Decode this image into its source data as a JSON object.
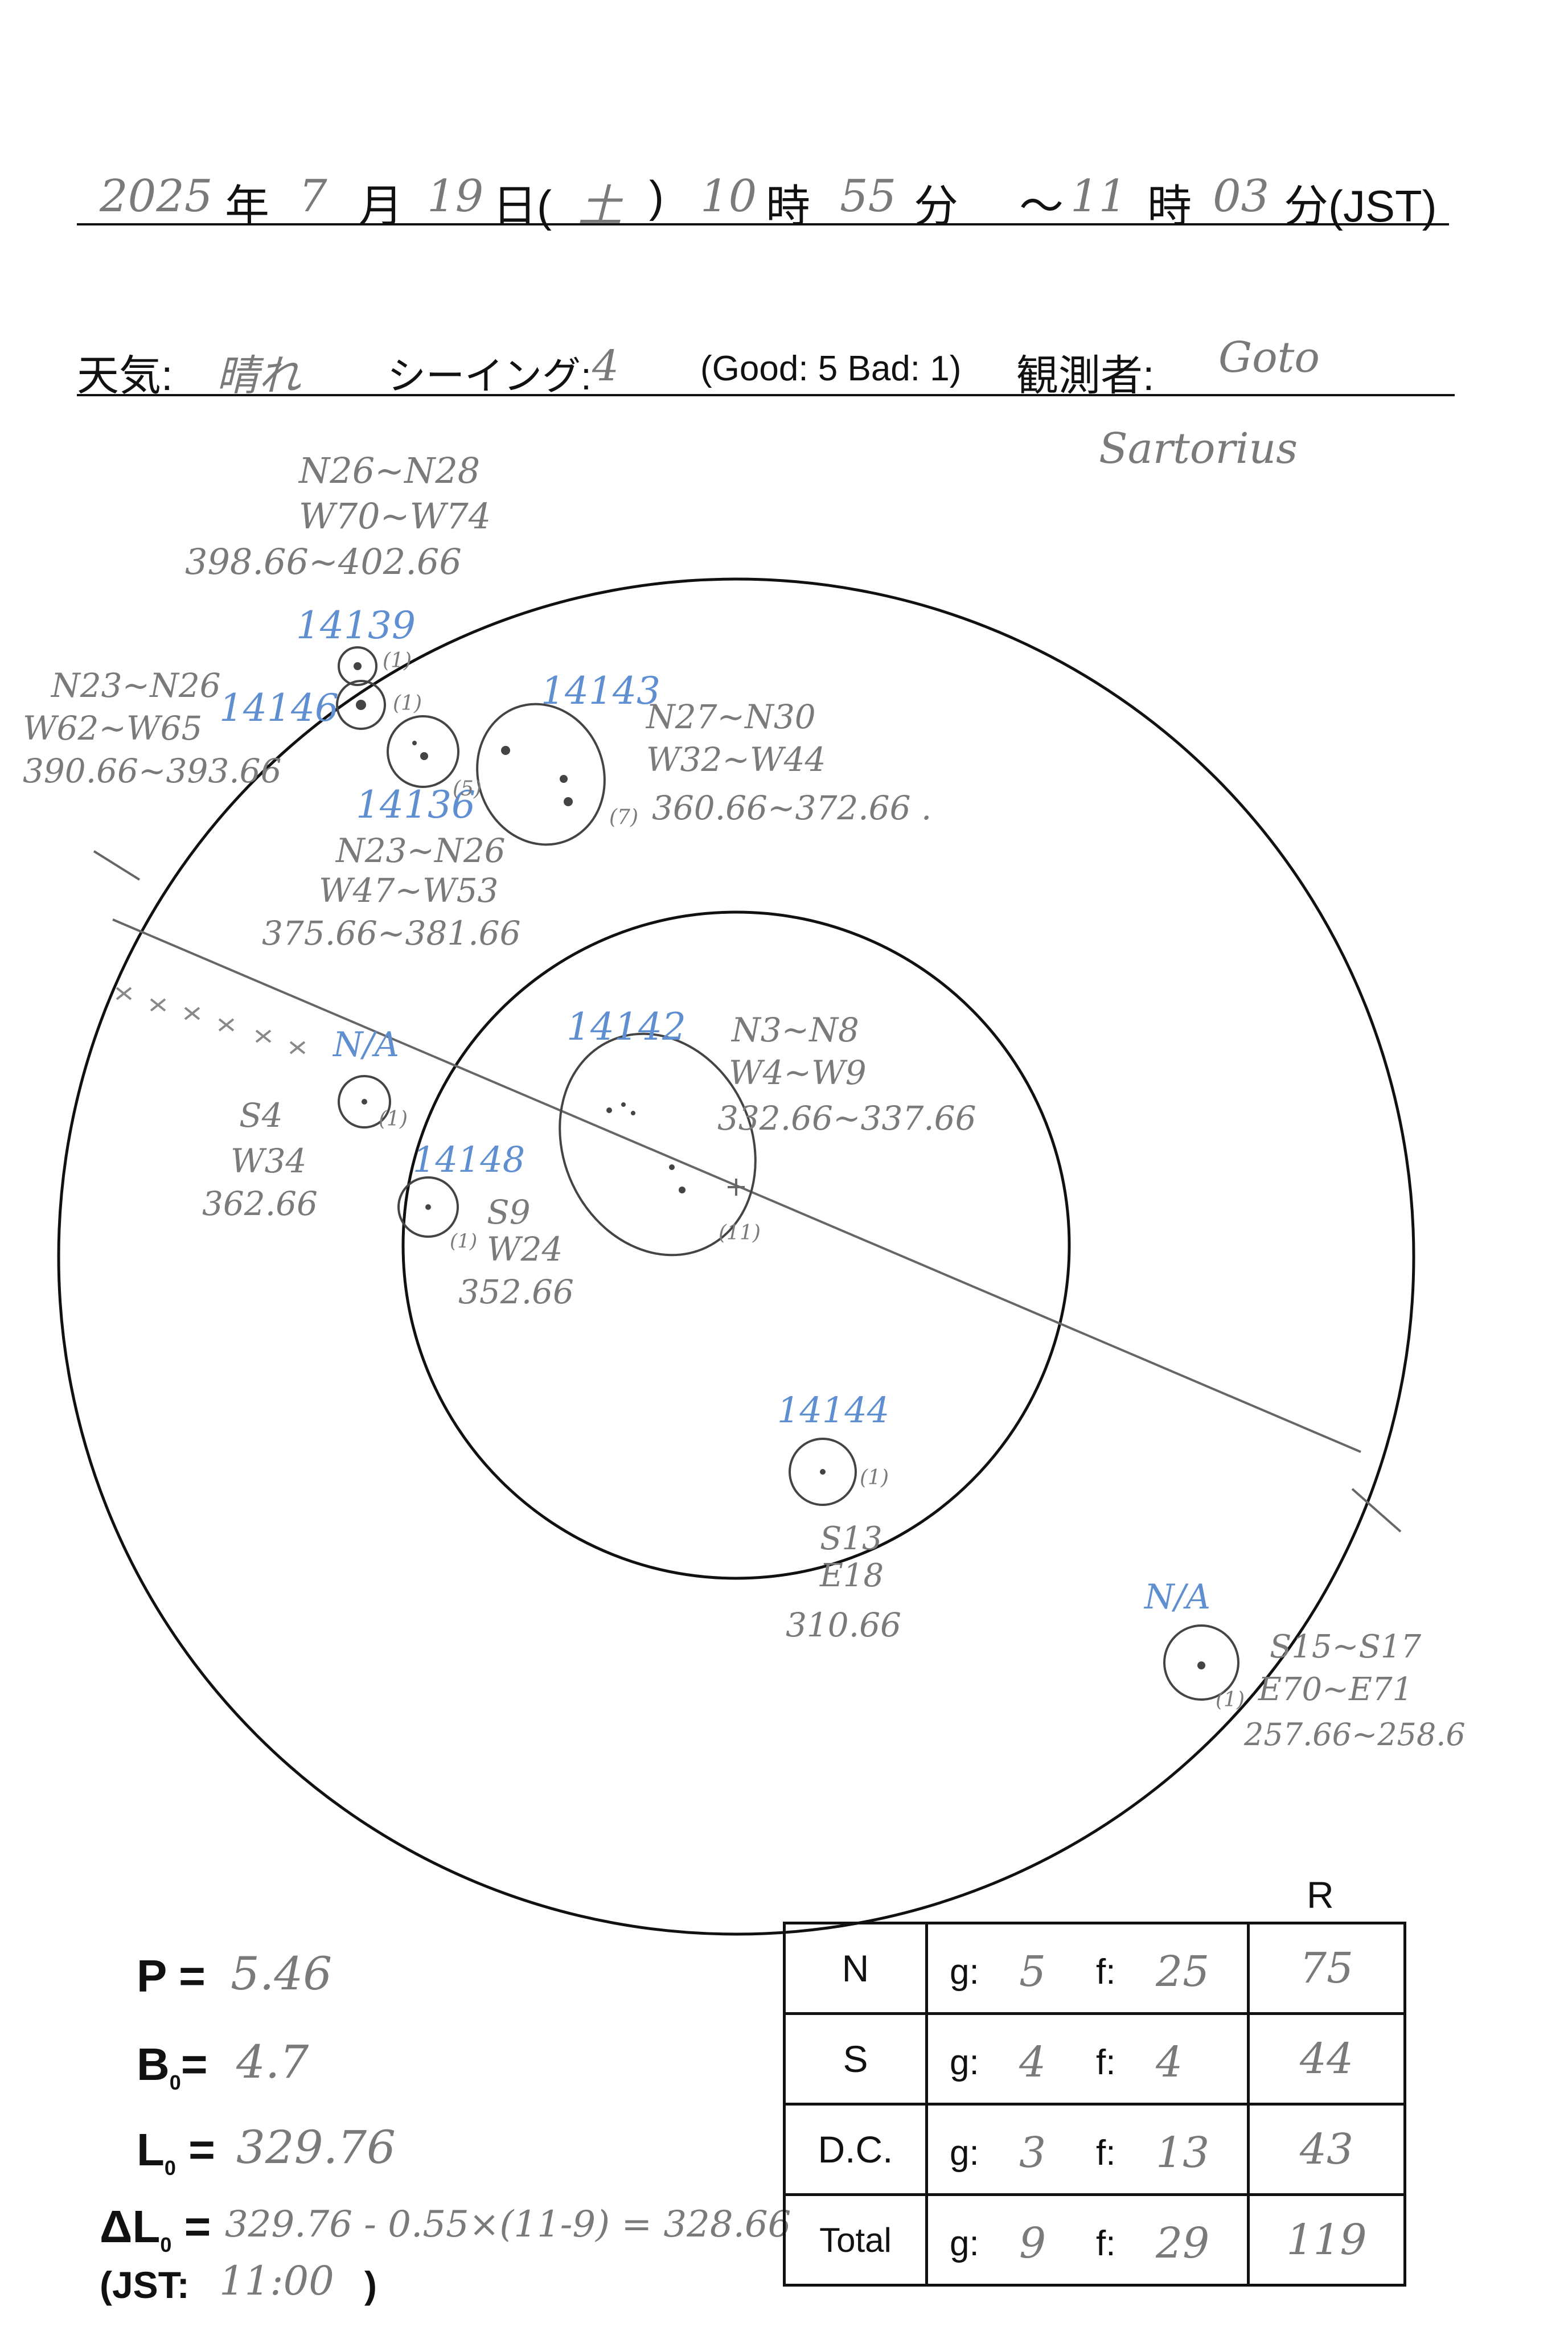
{
  "header": {
    "year": "2025",
    "year_unit": "年",
    "month": "7",
    "month_unit": "月",
    "day": "19",
    "day_unit": "日(",
    "weekday": "土",
    "weekday_close": ")",
    "start_hour": "10",
    "hour_unit": "時",
    "start_minute": "55",
    "minute_unit": "分",
    "range_sep": "〜",
    "end_hour": "11",
    "hour_unit_2": "時",
    "end_minute": "03",
    "minute_unit_tz": "分(JST)"
  },
  "conditions": {
    "weather_label": "天気:",
    "weather_value": "晴れ",
    "seeing_label": "シーイング:",
    "seeing_value": "4",
    "seeing_scale": "(Good: 5  Bad: 1)",
    "observer_label": "観測者:",
    "observer_value": "Goto",
    "observer_value_2": "Sartorius"
  },
  "sunspot_groups": [
    {
      "id": "14139",
      "count": "(1)"
    },
    {
      "id": "14146",
      "count": "(1)",
      "lat": "N23~N26",
      "lon": "W62~W65",
      "carr": "390.66~393.66"
    },
    {
      "id": "14136",
      "count": "(5)",
      "lat": "N23~N26",
      "lon": "W47~W53",
      "carr": "375.66~381.66"
    },
    {
      "id": "14143",
      "count": "(7)",
      "lat": "N27~N30",
      "lon": "W32~W44",
      "carr": "360.66~372.66 ."
    },
    {
      "id": "14142",
      "count": "(11)",
      "lat": "N3~N8",
      "lon": "W4~W9",
      "carr": "332.66~337.66"
    },
    {
      "id": "N/A",
      "count": "(1)",
      "lat": "S4",
      "lon": "W34",
      "carr": "362.66"
    },
    {
      "id": "14148",
      "count": "(1)",
      "lat": "S9",
      "lon": "W24",
      "carr": "352.66"
    },
    {
      "id": "14144",
      "count": "(1)",
      "lat": "S13",
      "lon": "E18",
      "carr": "310.66"
    },
    {
      "id": "N/A",
      "count": "(1)",
      "lat": "S15~S17",
      "lon": "E70~E71",
      "carr": "257.66~258.6"
    }
  ],
  "top_group_notes": {
    "lat": "N26~N28",
    "lon": "W70~W74",
    "carr": "398.66~402.66"
  },
  "params": {
    "p_label": "P =",
    "p_value": "5.46",
    "b0_label": "B",
    "b0_sub": "0",
    "b0_eq": "=",
    "b0_value": "4.7",
    "l0_label": "L",
    "l0_sub": "0",
    "l0_eq": "=",
    "l0_value": "329.76",
    "dl0_label": "ΔL",
    "dl0_sub": "0",
    "dl0_eq": "=",
    "dl0_value": "329.76 - 0.55×(11-9) = 328.66",
    "jst_label": "(JST:",
    "jst_value": "11:00",
    "jst_close": ")"
  },
  "table": {
    "r_header": "R",
    "rows": [
      {
        "label": "N",
        "g": "5",
        "f": "25",
        "r": "75"
      },
      {
        "label": "S",
        "g": "4",
        "f": "4",
        "r": "44"
      },
      {
        "label": "D.C.",
        "g": "3",
        "f": "13",
        "r": "43"
      },
      {
        "label": "Total",
        "g": "9",
        "f": "29",
        "r": "119"
      }
    ],
    "g_label": "g:",
    "f_label": "f:"
  }
}
